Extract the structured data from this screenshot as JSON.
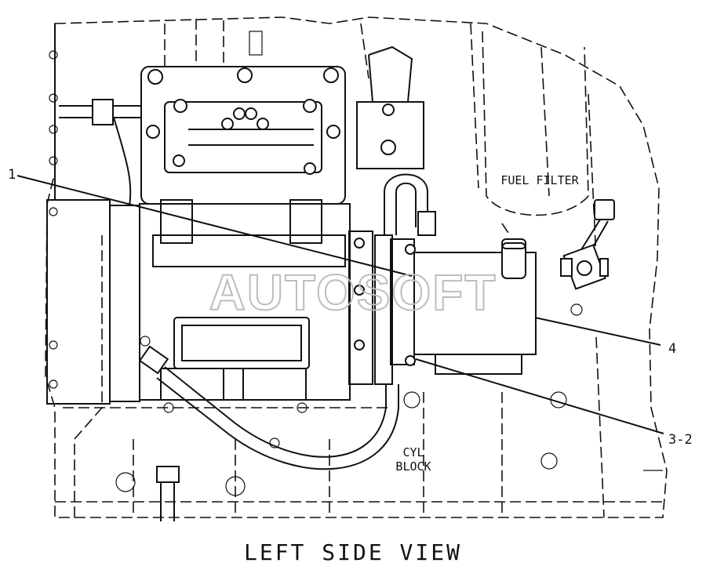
{
  "title": "LEFT SIDE VIEW",
  "watermark": "AUTOSOFT",
  "component_labels": {
    "fuel_filter": "FUEL FILTER",
    "cyl_block_line1": "CYL",
    "cyl_block_line2": "BLOCK"
  },
  "callouts": [
    {
      "id": "callout-1",
      "text": "1"
    },
    {
      "id": "callout-4",
      "text": "4"
    },
    {
      "id": "callout-3-2",
      "text": "3-2"
    }
  ]
}
